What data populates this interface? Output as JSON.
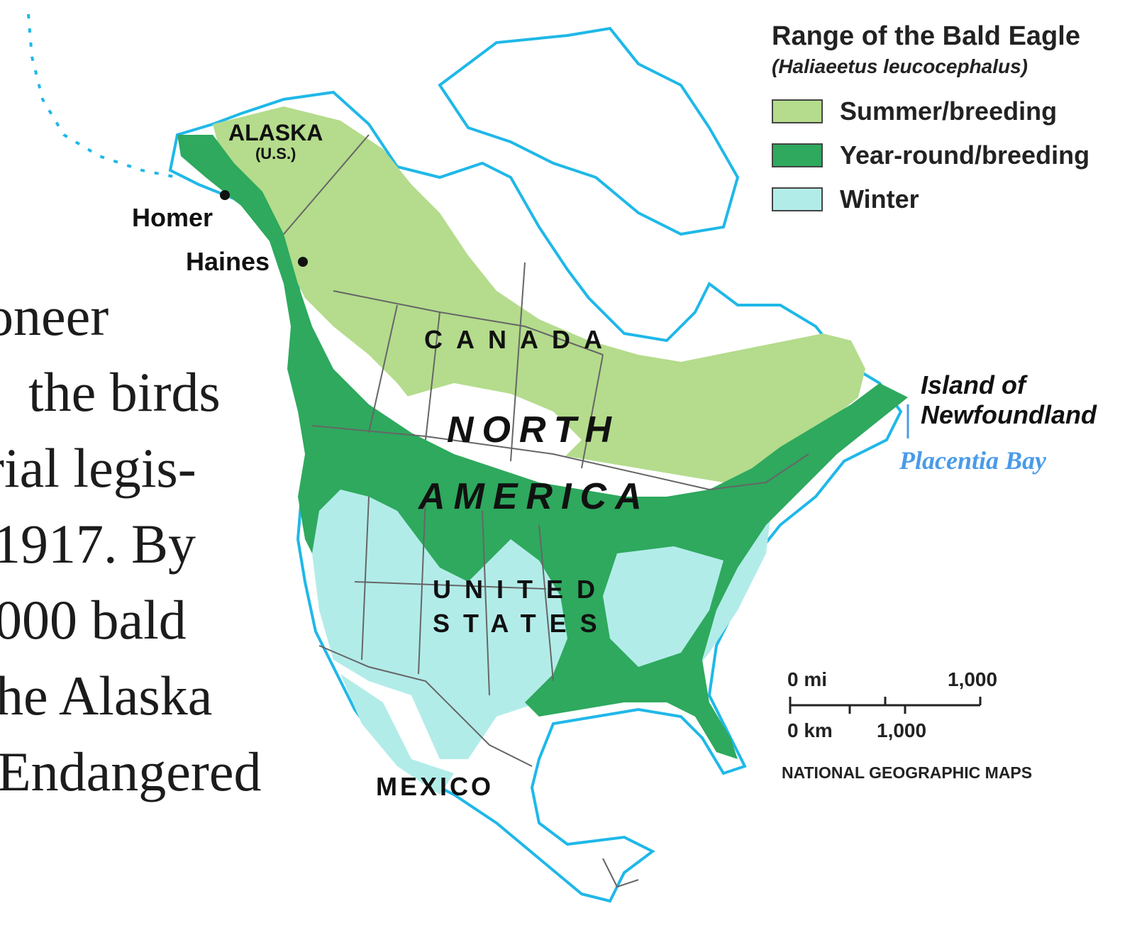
{
  "body_text": [
    "oneer",
    "the birds",
    "rial legis-",
    "1917. By",
    "000 bald",
    "he Alaska",
    "Endangered"
  ],
  "legend": {
    "title": "Range of the Bald Eagle",
    "subtitle": "(Haliaeetus leucocephalus)",
    "items": [
      {
        "label": "Summer/breeding",
        "color": "#b4dc8c"
      },
      {
        "label": "Year-round/breeding",
        "color": "#2ea95e"
      },
      {
        "label": "Winter",
        "color": "#b2ece9"
      }
    ]
  },
  "labels": {
    "alaska": "ALASKA",
    "alaska_sub": "(U.S.)",
    "homer": "Homer",
    "haines": "Haines",
    "canada": "CANADA",
    "north": "NORTH",
    "america": "AMERICA",
    "united": "UNITED",
    "states": "STATES",
    "mexico": "MEXICO",
    "island_line1": "Island of",
    "island_line2": "Newfoundland",
    "placentia": "Placentia Bay"
  },
  "scale": {
    "mi_label": "0 mi",
    "mi_value": "1,000",
    "km_label": "0 km",
    "km_value": "1,000"
  },
  "credit": "NATIONAL GEOGRAPHIC MAPS",
  "colors": {
    "coast": "#1fb8e8",
    "border": "#666666",
    "bay": "#4a9be8"
  }
}
